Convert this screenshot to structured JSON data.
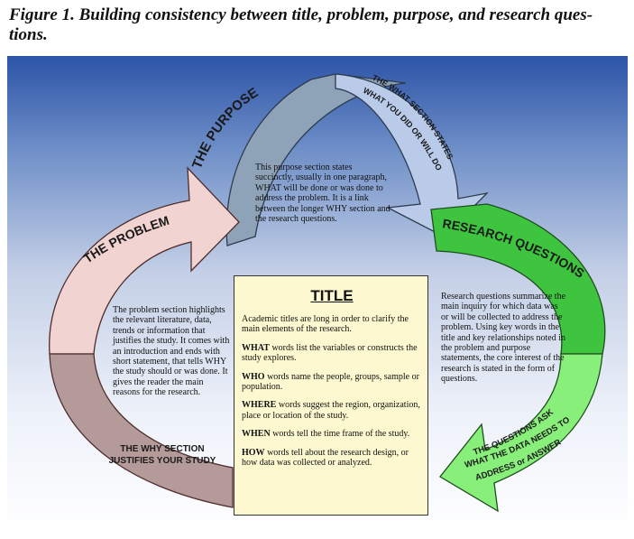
{
  "figure_caption": "Figure 1. Building consistency between title, problem, purpose, and research ques- tions.",
  "labels": {
    "the_purpose": "THE PURPOSE",
    "the_problem": "THE PROBLEM",
    "research_questions": "RESEARCH QUESTIONS",
    "what_section_line1": "THE WHAT SECTION STATES",
    "what_section_line2": "WHAT YOU DID OR WILL DO",
    "why_section_line1": "THE WHY SECTION",
    "why_section_line2": "JUSTIFIES YOUR STUDY",
    "questions_ask_line1": "THE QUESTIONS ASK",
    "questions_ask_line2": "WHAT THE DATA NEEDS TO",
    "questions_ask_line3": "ADDRESS or ANSWER"
  },
  "purpose_text": "This purpose section states succinctly, usually in one paragraph, WHAT will be done or was done to address the problem. It is a link between the longer WHY section and the research questions.",
  "problem_text": "The problem section highlights the relevant literature, data, trends or information that justifies the study. It comes with an introduction and ends with short statement, that tells WHY the study should or was done. It gives the reader the main reasons for the research.",
  "research_text": "Research questions summarize the main inquiry for which data was or will be collected to address the problem. Using key words in the title and key relationships noted in the problem and purpose statements, the core interest of the research is stated in the form of questions.",
  "title_box": {
    "heading": "TITLE",
    "intro": "Academic titles are long in order to clarify the main elements of the research.",
    "items": [
      {
        "term": "WHAT",
        "text": " words list the variables or constructs the study explores."
      },
      {
        "term": "WHO",
        "text": " words name the people, groups, sample or population."
      },
      {
        "term": "WHERE",
        "text": " words suggest the region, organization, place or location of the study."
      },
      {
        "term": "WHEN",
        "text": " words tell the time frame of the study."
      },
      {
        "term": "HOW",
        "text": " words tell about the research design, or how data was collected or analyzed."
      }
    ]
  },
  "colors": {
    "purpose_arrow": "#8fa3b8",
    "what_arrow": "#b9cbe8",
    "problem_arrow": "#f1d3d1",
    "why_arrow": "#b49a99",
    "research_arrow": "#3fc43f",
    "questions_arrow": "#88f07a",
    "title_box": "#fdf8cf"
  }
}
